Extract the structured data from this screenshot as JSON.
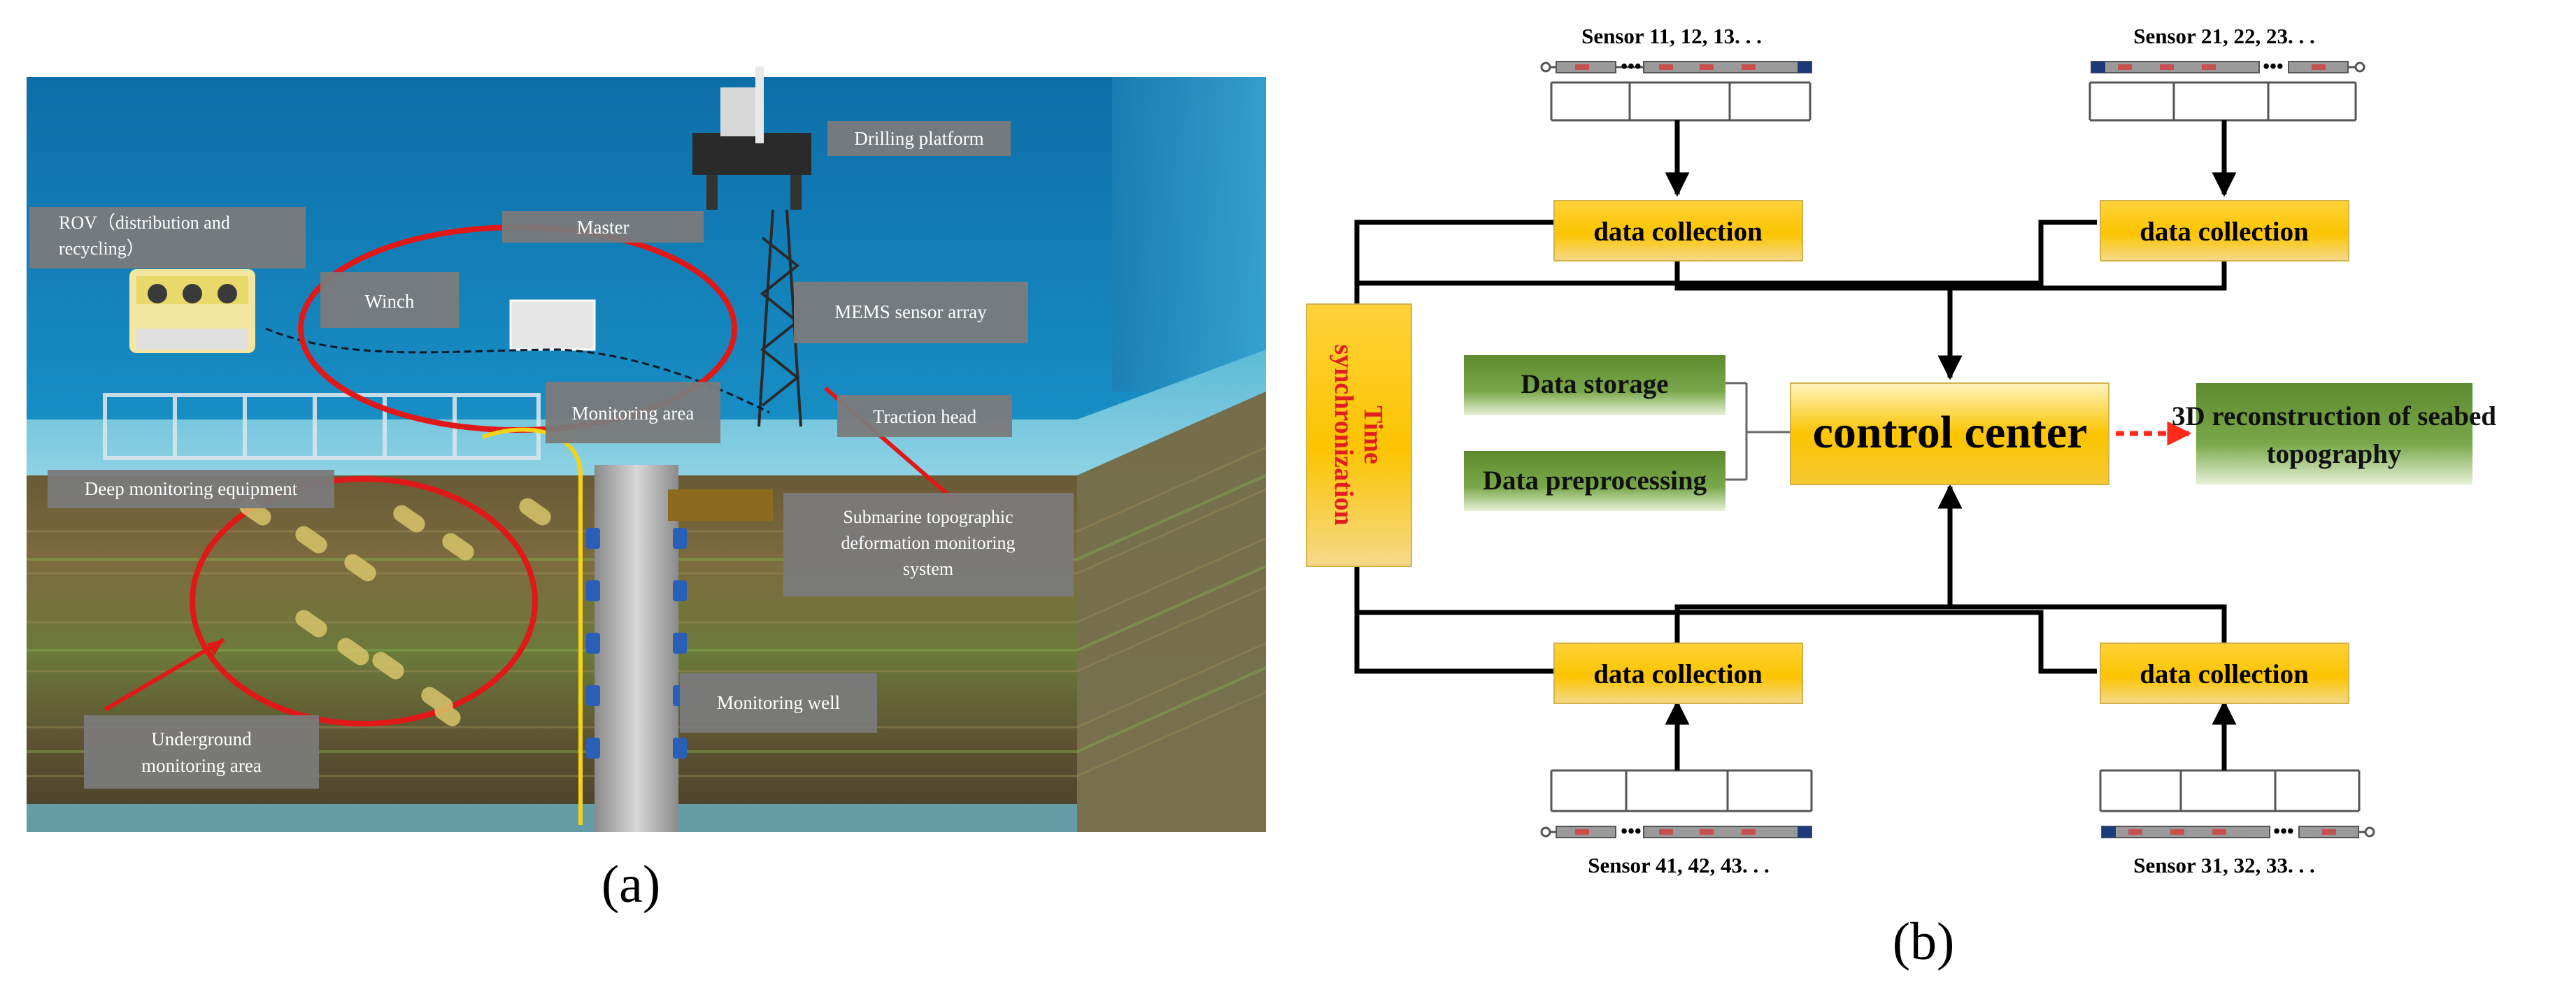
{
  "panel_a": {
    "caption": "(a)",
    "labels": {
      "drilling_platform": "Drilling platform",
      "master": "Master",
      "rov_line1": "ROV（distribution and",
      "rov_line2": "recycling）",
      "winch": "Winch",
      "mems": "MEMS sensor array",
      "monitoring_area": "Monitoring area",
      "traction_head": "Traction head",
      "deep_equipment": "Deep monitoring equipment",
      "submarine_line1": "Submarine topographic",
      "submarine_line2": "deformation monitoring",
      "submarine_line3": "system",
      "underground_line1": "Underground",
      "underground_line2": "monitoring area",
      "monitoring_well": "Monitoring well"
    }
  },
  "panel_b": {
    "caption": "(b)",
    "sensor_groups": {
      "top_left": "Sensor 11, 12, 13. . .",
      "top_right": "Sensor 21, 22, 23. . .",
      "bottom_left": "Sensor 41, 42, 43. . .",
      "bottom_right": "Sensor 31, 32, 33. . ."
    },
    "data_collection": "data collection",
    "time_sync_line1": "Time",
    "time_sync_line2": "synchronization",
    "data_storage": "Data storage",
    "data_preprocessing": "Data preprocessing",
    "control_center": "control center",
    "reconstruction_line1": "3D reconstruction of seabed",
    "reconstruction_line2": "topography",
    "colors": {
      "orange": "#fcc400",
      "green": "#6a9a3a",
      "red_text": "#e02020"
    }
  }
}
